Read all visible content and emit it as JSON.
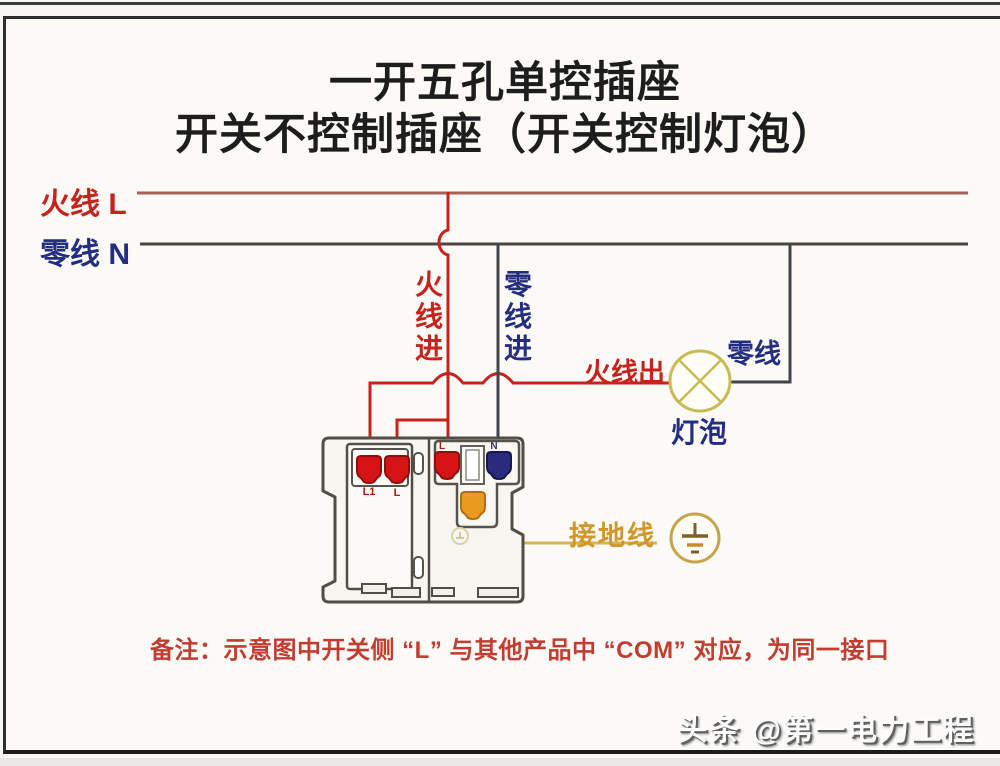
{
  "header": {
    "title_line1": "一开五孔单控插座",
    "title_line2": "开关不控制插座（开关控制灯泡）"
  },
  "bus": {
    "live_label": "火线 L",
    "neutral_label": "零线 N"
  },
  "wires": {
    "live_in": "火线进",
    "neutral_in": "零线进",
    "live_out": "火线出",
    "lamp_neutral": "零线",
    "ground": "接地线"
  },
  "lamp": {
    "label": "灯泡"
  },
  "terminals": {
    "switch_l1": "L1",
    "switch_l": "L",
    "socket_l": "L",
    "socket_n": "N"
  },
  "note": "备注：示意图中开关侧 “L” 与其他产品中 “COM” 对应，为同一接口",
  "watermark": "头条 @第一电力工程",
  "colors": {
    "live_wire_red": "#c5231c",
    "live_bus_red": "#a8605a",
    "neutral_dark": "#45454b",
    "label_navy": "#242e80",
    "ground_wire_gold": "#d8b44e",
    "ground_label_gold": "#d0982c",
    "note_red": "#c43b2f",
    "lamp_olive": "#c9bb52",
    "terminal_red": "#d61418",
    "terminal_navy": "#2b2b7e",
    "terminal_orange": "#ea9a1f"
  }
}
